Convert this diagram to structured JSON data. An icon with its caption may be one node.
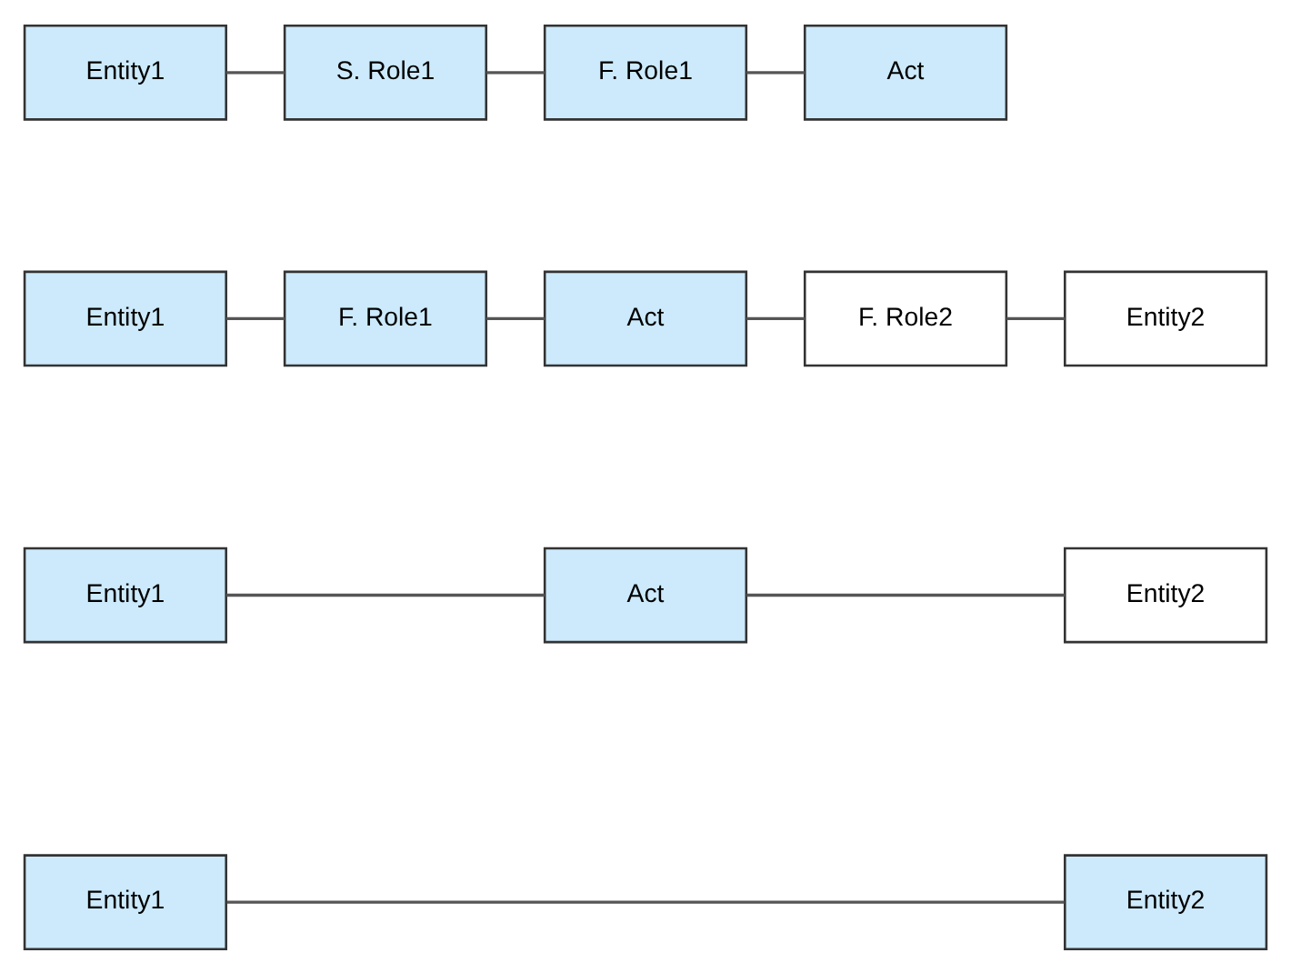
{
  "diagram": {
    "nodes": [
      {
        "text": [
          "Entity1"
        ]
      },
      {
        "text": [
          "Entity2"
        ]
      },
      {
        "text": [
          "Entity1"
        ]
      },
      {
        "text": [
          "Act"
        ]
      },
      {
        "text": [
          "Entity2"
        ]
      },
      {
        "text": [
          "Entity1"
        ]
      },
      {
        "text": [
          "F. Role1"
        ]
      },
      {
        "text": [
          "Act"
        ]
      },
      {
        "text": [
          "F. Role2"
        ]
      },
      {
        "text": [
          "Entity2"
        ]
      },
      {
        "text": [
          "Entity1"
        ]
      },
      {
        "text": [
          "S. Role1"
        ]
      },
      {
        "text": [
          "F. Role1"
        ]
      },
      {
        "text": [
          "Act"
        ]
      }
    ],
    "edges": [
      {
        "from": 0,
        "to": 1,
        "arrow": "none"
      },
      {
        "from": 2,
        "to": 3,
        "arrow": "none"
      },
      {
        "from": 3,
        "to": 4,
        "arrow": "none"
      },
      {
        "from": 5,
        "to": 6,
        "arrow": "none"
      },
      {
        "from": 6,
        "to": 7,
        "arrow": "none"
      },
      {
        "from": 7,
        "to": 8,
        "arrow": "none"
      },
      {
        "from": 8,
        "to": 9,
        "arrow": "none"
      },
      {
        "from": 10,
        "to": 11,
        "arrow": "none"
      },
      {
        "from": 11,
        "to": 12,
        "arrow": "none"
      },
      {
        "from": 12,
        "to": 13,
        "arrow": "none"
      }
    ]
  }
}
